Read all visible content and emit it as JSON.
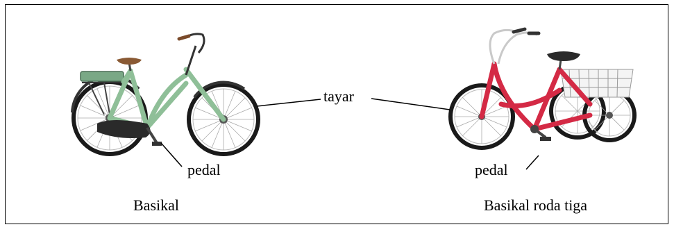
{
  "labels": {
    "tyre": "tayar",
    "pedal_left": "pedal",
    "pedal_right": "pedal",
    "caption_left": "Basikal",
    "caption_right": "Basikal roda tiga"
  },
  "colors": {
    "bicycle_frame": "#8fbf98",
    "tricycle_frame": "#d42a45",
    "tyre": "#1a1a1a",
    "line": "#000000"
  }
}
